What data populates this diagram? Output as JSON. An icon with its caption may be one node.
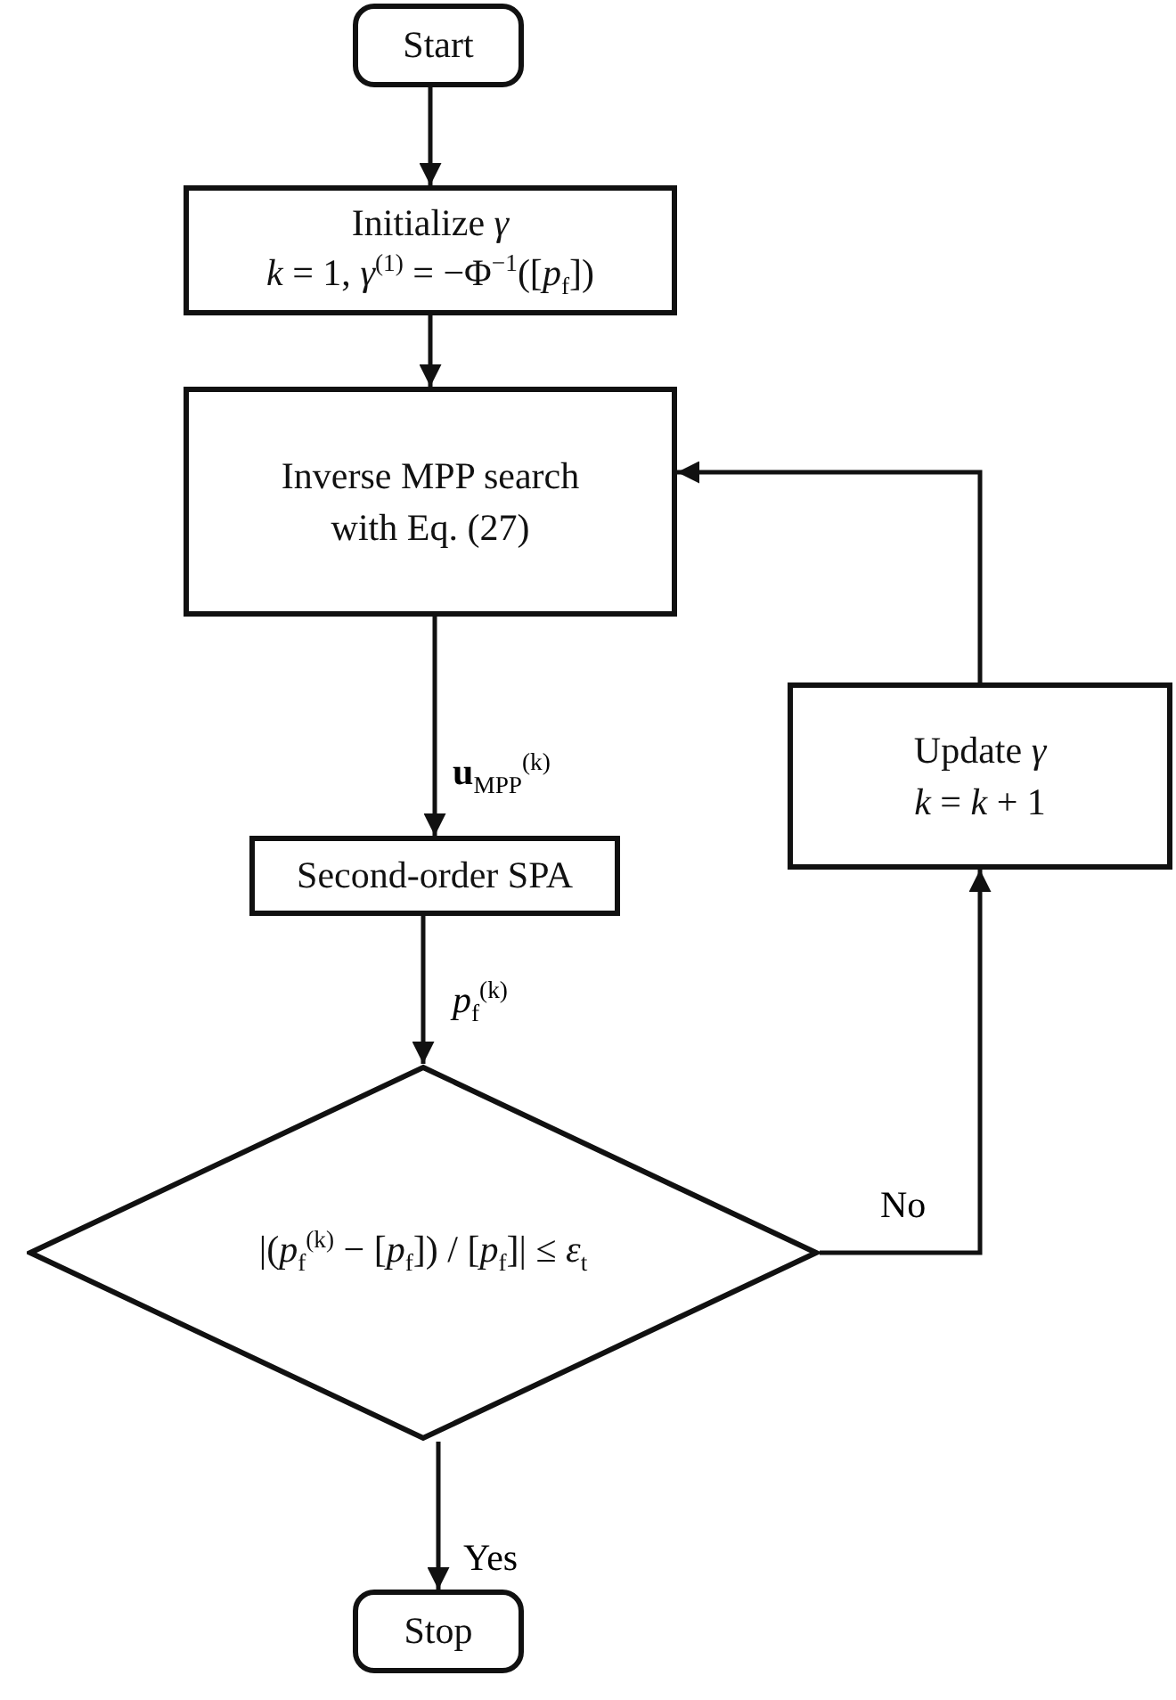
{
  "diagram": {
    "nodes": [
      {
        "text": [
          "Start"
        ]
      },
      {
        "text": [
          "Initialize *γ*",
          "*k* = 1, *γ*$^{(1)}$ = −Φ$^{−1}$([*p*$_{f}$])"
        ]
      },
      {
        "text": [
          "Inverse MPP search with Eq. (27)"
        ]
      },
      {
        "text": [
          "Second-order SPA"
        ]
      },
      {
        "text": [
          "|(*p*$_{f}$$^{(k)}$ − [*p*$_{f}$]) / [*p*$_{f}$]| ≤ *ε*$_{t}$"
        ]
      },
      {
        "text": [
          "Update *γ*",
          "*k* = *k* + 1"
        ]
      },
      {
        "text": [
          "Stop"
        ]
      }
    ],
    "edges": [
      {
        "from": 0,
        "to": 1,
        "arrow": "to"
      },
      {
        "from": 1,
        "to": 2,
        "arrow": "to"
      },
      {
        "from": 2,
        "to": 3,
        "arrow": "to",
        "label": "**u**$_{MPP}$$^{(k)}$"
      },
      {
        "from": 3,
        "to": 4,
        "arrow": "to",
        "label": "*p*$_{f}$$^{(k)}$"
      },
      {
        "from": 4,
        "to": 5,
        "arrow": "to",
        "label": "No"
      },
      {
        "from": 5,
        "to": 2,
        "arrow": "to"
      },
      {
        "from": 4,
        "to": 6,
        "arrow": "to",
        "label": "Yes"
      }
    ]
  }
}
